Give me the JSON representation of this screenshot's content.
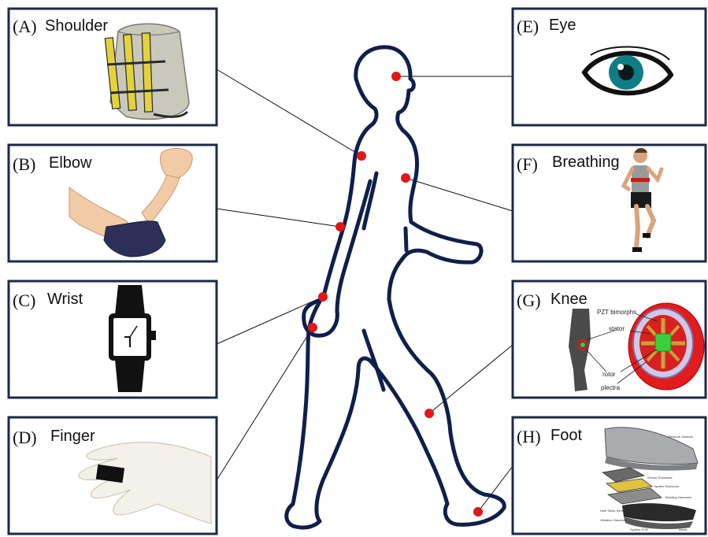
{
  "panels": {
    "shoulder": {
      "letter": "(A)",
      "name": "Shoulder"
    },
    "elbow": {
      "letter": "(B)",
      "name": "Elbow"
    },
    "wrist": {
      "letter": "(C)",
      "name": "Wrist"
    },
    "finger": {
      "letter": "(D)",
      "name": "Finger"
    },
    "eye": {
      "letter": "(E)",
      "name": "Eye"
    },
    "breathing": {
      "letter": "(F)",
      "name": "Breathing"
    },
    "knee": {
      "letter": "(G)",
      "name": "Knee"
    },
    "foot": {
      "letter": "(H)",
      "name": "Foot"
    }
  },
  "knee_labels": {
    "pzt": "PZT bimorphs",
    "stator": "stator",
    "rotor": "rotor",
    "plectra": "plectra"
  },
  "foot_labels": {
    "pressure": "Pressure Sensors",
    "sensor_enclosure": "Sensor Enclosure",
    "system_enclosure": "System Enclosure",
    "bending": "Bending Harvester",
    "heel_strike": "Heel Strike Sensor",
    "vibration": "Vibration Harvester",
    "system_pcb": "System PCB",
    "insole": "Insole"
  },
  "colors": {
    "frame": "#1c2a4a",
    "body_outline": "#101f4a",
    "marker": "#e01818"
  }
}
